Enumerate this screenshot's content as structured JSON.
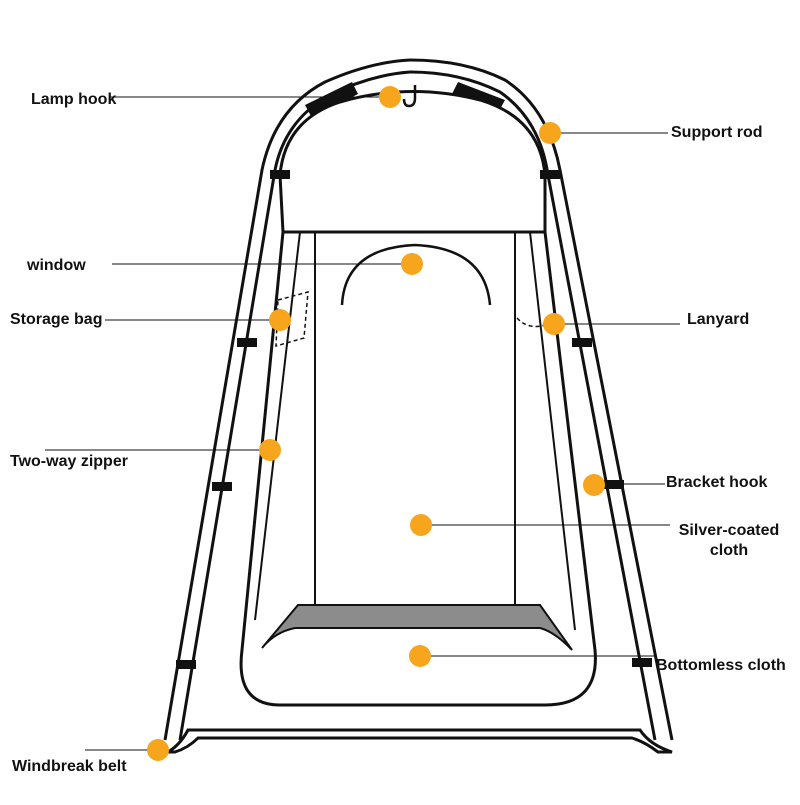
{
  "diagram": {
    "colors": {
      "marker": "#f7a51c",
      "line": "#111111",
      "frame_fill": "#ffffff",
      "floor_shade": "#8c8c8c"
    },
    "labels": {
      "lamp_hook": "Lamp hook",
      "support_rod": "Support rod",
      "window": "window",
      "storage_bag": "Storage bag",
      "lanyard": "Lanyard",
      "two_way_zipper": "Two-way zipper",
      "bracket_hook": "Bracket hook",
      "silver_coated_cloth_line1": "Silver-coated",
      "silver_coated_cloth_line2": "cloth",
      "bottomless_cloth": "Bottomless cloth",
      "windbreak_belt": "Windbreak belt"
    }
  }
}
